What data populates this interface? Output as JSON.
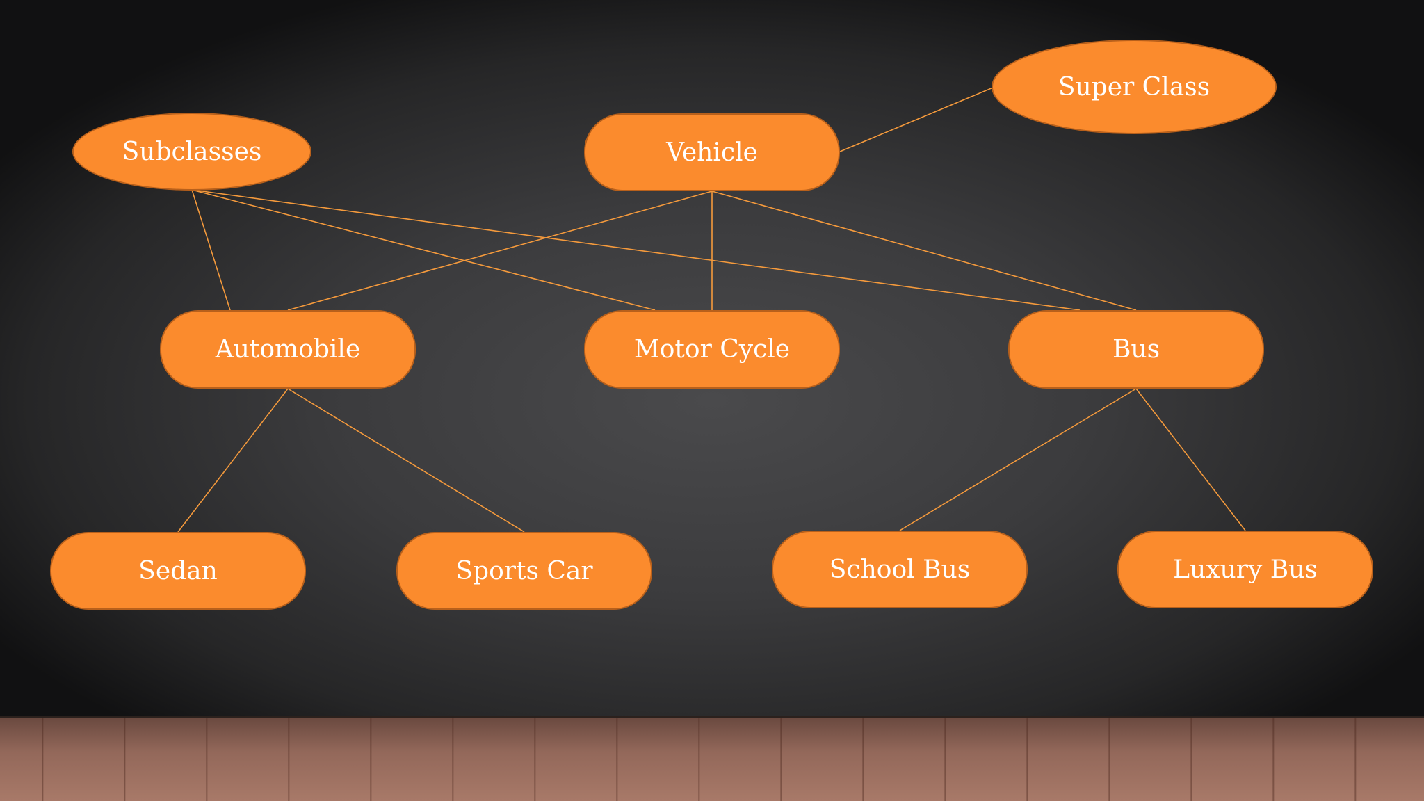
{
  "diagram": {
    "nodes": {
      "super_class": "Super Class",
      "subclasses": "Subclasses",
      "vehicle": "Vehicle",
      "automobile": "Automobile",
      "motor_cycle": "Motor Cycle",
      "bus": "Bus",
      "sedan": "Sedan",
      "sports_car": "Sports Car",
      "school_bus": "School Bus",
      "luxury_bus": "Luxury Bus"
    },
    "edges": [
      [
        "vehicle",
        "super_class"
      ],
      [
        "vehicle",
        "automobile"
      ],
      [
        "vehicle",
        "motor_cycle"
      ],
      [
        "vehicle",
        "bus"
      ],
      [
        "subclasses",
        "automobile"
      ],
      [
        "subclasses",
        "motor_cycle"
      ],
      [
        "subclasses",
        "bus"
      ],
      [
        "automobile",
        "sedan"
      ],
      [
        "automobile",
        "sports_car"
      ],
      [
        "bus",
        "school_bus"
      ],
      [
        "bus",
        "luxury_bus"
      ]
    ]
  },
  "colors": {
    "node_fill": "#fb8b2d",
    "node_border": "#b8601b",
    "connector": "#f59a3c",
    "background": "#3b3b3d"
  }
}
